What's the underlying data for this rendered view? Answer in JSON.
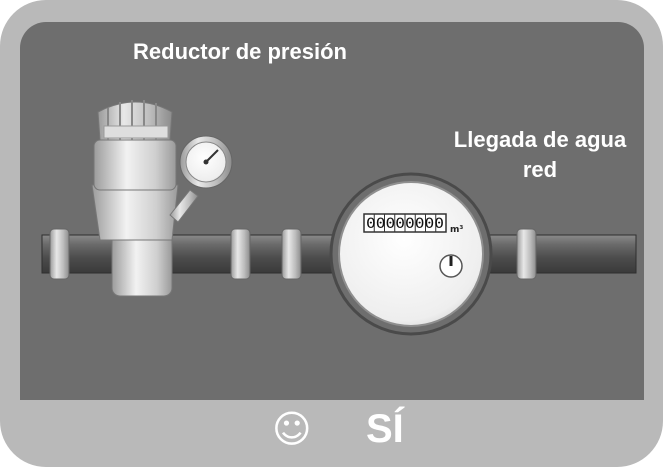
{
  "labels": {
    "reducer": "Reductor de presión",
    "supply_line1": "Llegada de agua",
    "supply_line2": "red"
  },
  "meter": {
    "digits": "00000000",
    "unit": "m³"
  },
  "footer": {
    "icon": "smiley-icon",
    "answer": "SÍ"
  },
  "colors": {
    "frame": "#b9b9b9",
    "panel": "#6e6e6e",
    "pipe": "#5a5a5a",
    "text": "#ffffff"
  }
}
